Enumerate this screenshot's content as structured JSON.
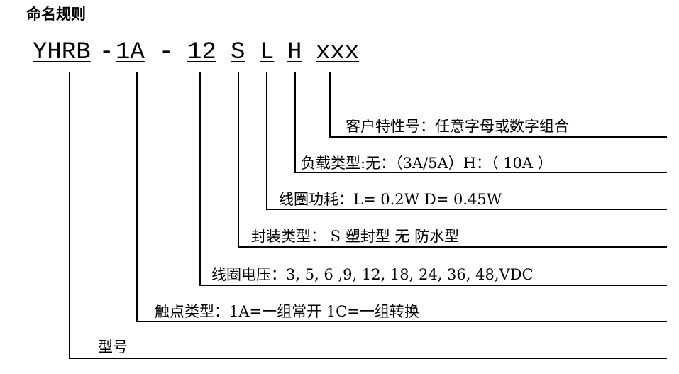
{
  "title": "命名规则",
  "code": {
    "model": "YHRB",
    "sep1": "-",
    "contact": "1A",
    "sep2": "-",
    "voltage": "12",
    "seal": "S",
    "power": "L",
    "load": "H",
    "custom": "xxx"
  },
  "descriptions": {
    "custom": "客户特性号：任意字母或数字组合",
    "load": "负载类型:无：（3A/5A）H：（ 10A ）",
    "power": "线圈功耗：L= 0.2W  D= 0.45W",
    "seal": "封装类型：  S 塑封型  无 防水型",
    "voltage": "线圈电压：3, 5, 6 ,9, 12, 18, 24, 36, 48,VDC",
    "contact": "触点类型：1A=一组常开  1C=一组转换",
    "model": "型号"
  }
}
